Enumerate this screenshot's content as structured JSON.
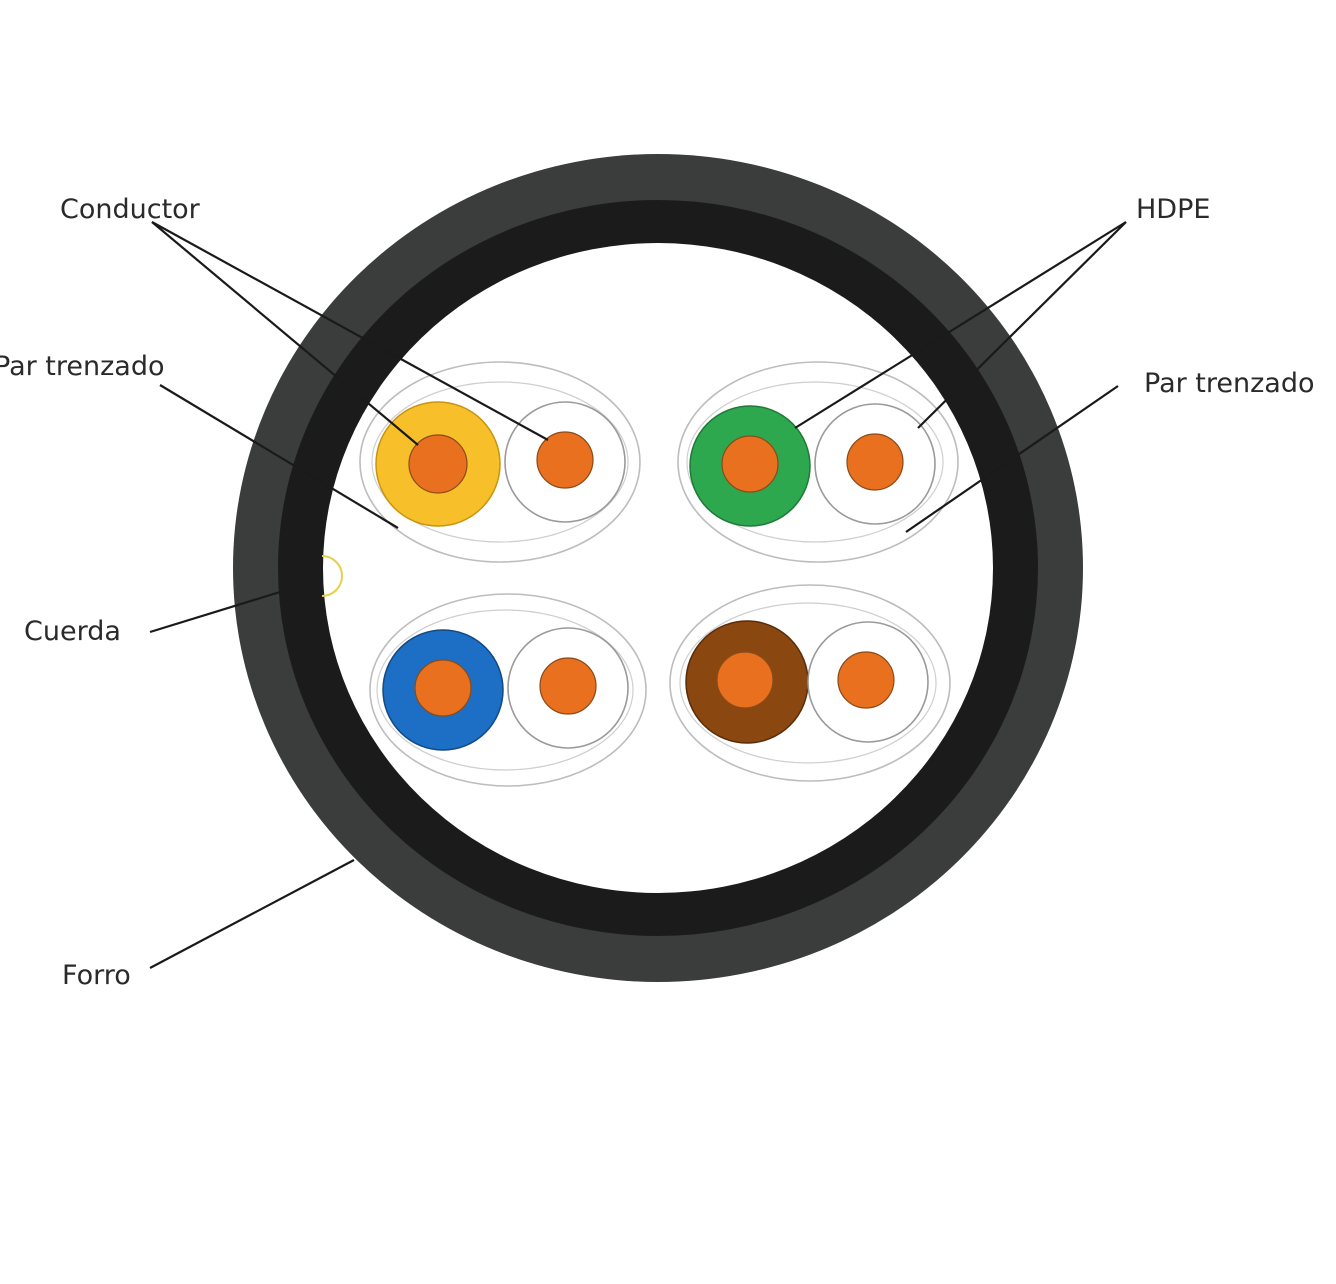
{
  "labels": {
    "conductor": "Conductor",
    "hdpe": "HDPE",
    "par_trenzado_left": "Par trenzado",
    "par_trenzado_right": "Par trenzado",
    "cuerda": "Cuerda",
    "forro": "Forro"
  },
  "colors": {
    "outer_jacket": "#3a3d3b",
    "inner_jacket": "#1b1b1b",
    "copper": "#e8701e",
    "insulation_orange": "#f7c02b",
    "insulation_green": "#2ea84f",
    "insulation_blue": "#1c6fc4",
    "insulation_brown": "#8a4710",
    "ripcord": "#e6cf4a"
  },
  "pairs": [
    {
      "name": "pair-orange",
      "insulation": "#f7c02b"
    },
    {
      "name": "pair-green",
      "insulation": "#2ea84f"
    },
    {
      "name": "pair-blue",
      "insulation": "#1c6fc4"
    },
    {
      "name": "pair-brown",
      "insulation": "#8a4710"
    }
  ]
}
